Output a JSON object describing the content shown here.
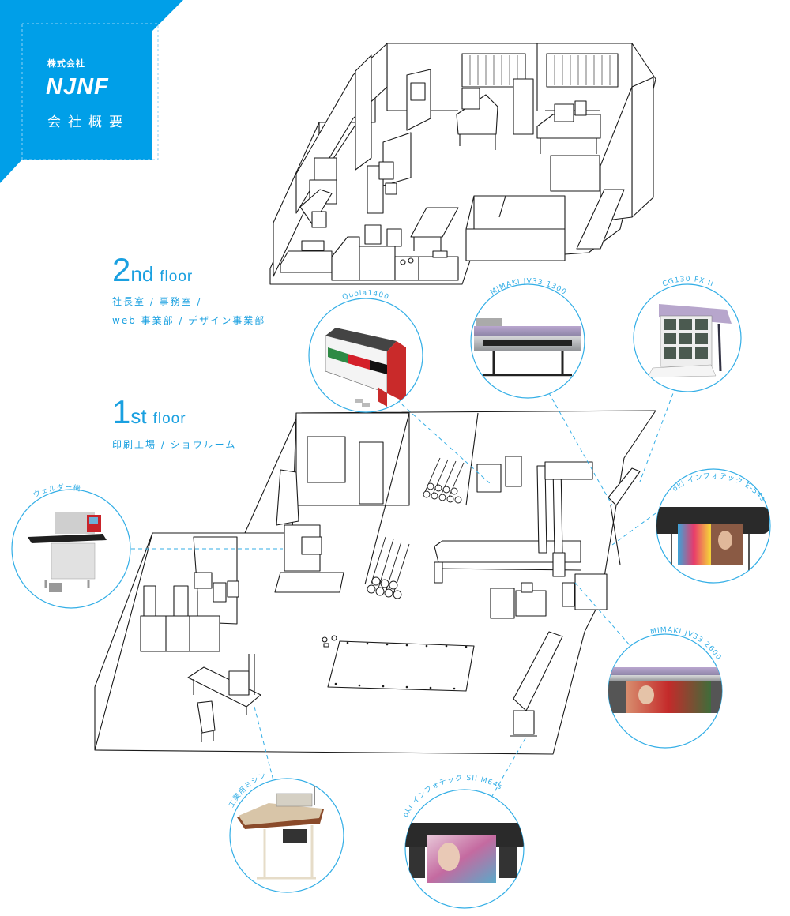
{
  "header": {
    "corp_type": "株式会社",
    "brand": "NJNF",
    "page_title": "会社概要",
    "accent_color": "#009fe8"
  },
  "floors": [
    {
      "number": "2",
      "suffix": "nd",
      "word": "floor",
      "rooms_line1": "社長室 / 事務室 /",
      "rooms_line2": "web 事業部 / デザイン事業部"
    },
    {
      "number": "1",
      "suffix": "st",
      "word": "floor",
      "rooms_line1": "印刷工場 / ショウルーム"
    }
  ],
  "equipment": [
    {
      "id": "quola",
      "label": "Quola1400",
      "kind": "laminator"
    },
    {
      "id": "jv33-1300",
      "label": "MIMAKI JV33 1300",
      "kind": "printer"
    },
    {
      "id": "cg130",
      "label": "CG130 FX II",
      "kind": "cutter"
    },
    {
      "id": "e54s",
      "label": "oki インフォテック E-54s",
      "kind": "printer"
    },
    {
      "id": "jv33-2600",
      "label": "MIMAKI JV33 2600",
      "kind": "printer"
    },
    {
      "id": "m64s",
      "label": "oki インフォテック SII M64s",
      "kind": "printer"
    },
    {
      "id": "sewing",
      "label": "工業用ミシン",
      "kind": "sewing-machine"
    },
    {
      "id": "welder",
      "label": "ウェルダー機",
      "kind": "welder"
    }
  ]
}
